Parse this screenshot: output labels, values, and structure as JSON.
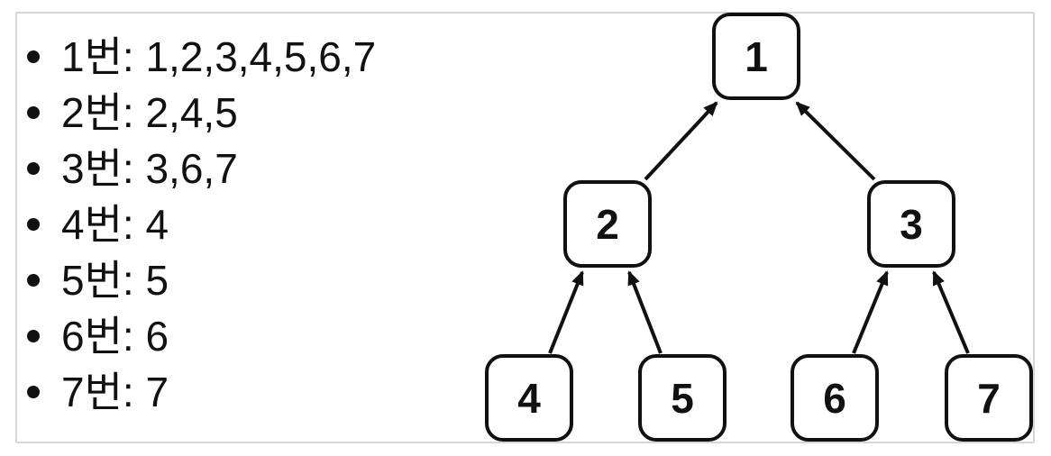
{
  "list": {
    "items": [
      "1번: 1,2,3,4,5,6,7",
      "2번: 2,4,5",
      "3번: 3,6,7",
      "4번: 4",
      "5번: 5",
      "6번: 6",
      "7번: 7"
    ]
  },
  "tree": {
    "nodes": [
      {
        "id": "1",
        "label": "1"
      },
      {
        "id": "2",
        "label": "2"
      },
      {
        "id": "3",
        "label": "3"
      },
      {
        "id": "4",
        "label": "4"
      },
      {
        "id": "5",
        "label": "5"
      },
      {
        "id": "6",
        "label": "6"
      },
      {
        "id": "7",
        "label": "7"
      }
    ],
    "edges": [
      {
        "from": "2",
        "to": "1"
      },
      {
        "from": "3",
        "to": "1"
      },
      {
        "from": "4",
        "to": "2"
      },
      {
        "from": "5",
        "to": "2"
      },
      {
        "from": "6",
        "to": "3"
      },
      {
        "from": "7",
        "to": "3"
      }
    ]
  },
  "colors": {
    "text": "#111111",
    "node_border": "#111111",
    "arrow": "#111111",
    "frame_border": "#d6d6d6",
    "background": "#ffffff"
  }
}
